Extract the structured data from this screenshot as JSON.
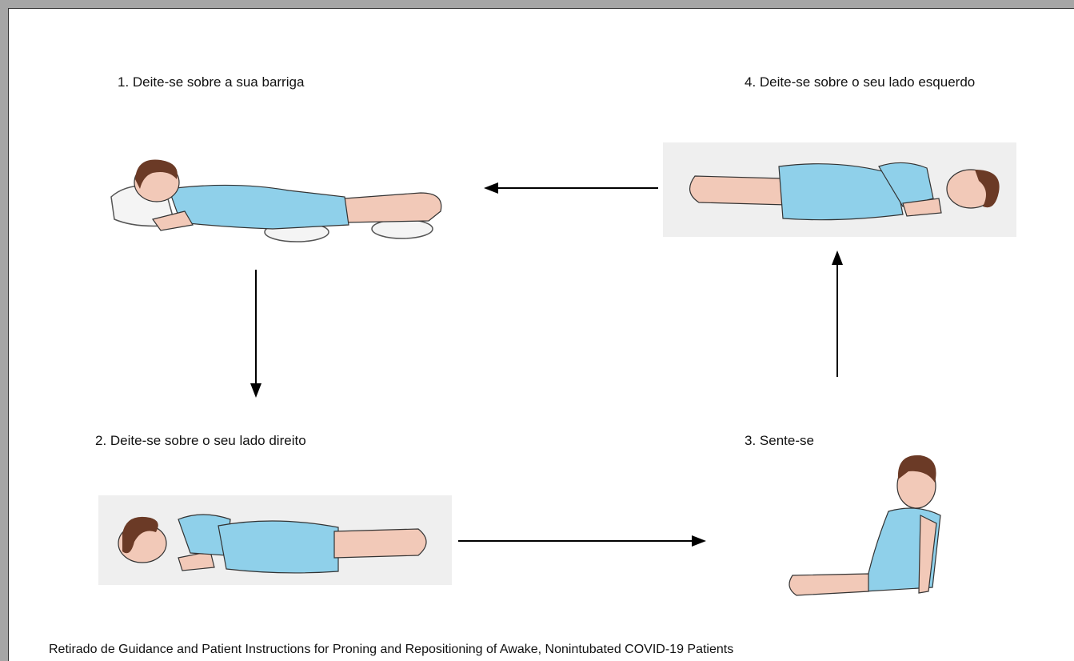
{
  "steps": [
    {
      "label": "1. Deite-se sobre a sua barriga",
      "icon": "prone-lying-figure"
    },
    {
      "label": "2. Deite-se sobre o seu lado direito",
      "icon": "right-side-lying-figure"
    },
    {
      "label": "3.  Sente-se",
      "icon": "sitting-figure"
    },
    {
      "label": "4. Deite-se sobre o seu lado esquerdo",
      "icon": "left-side-lying-figure"
    }
  ],
  "caption": "Retirado de Guidance and Patient Instructions for Proning and Repositioning of Awake, Nonintubated COVID-19 Patients",
  "colors": {
    "gown": "#8fd0ea",
    "skin": "#f2c9b8",
    "hair": "#6b3a26",
    "pillow": "#f4f4f4",
    "panel_bg": "#efefef"
  }
}
